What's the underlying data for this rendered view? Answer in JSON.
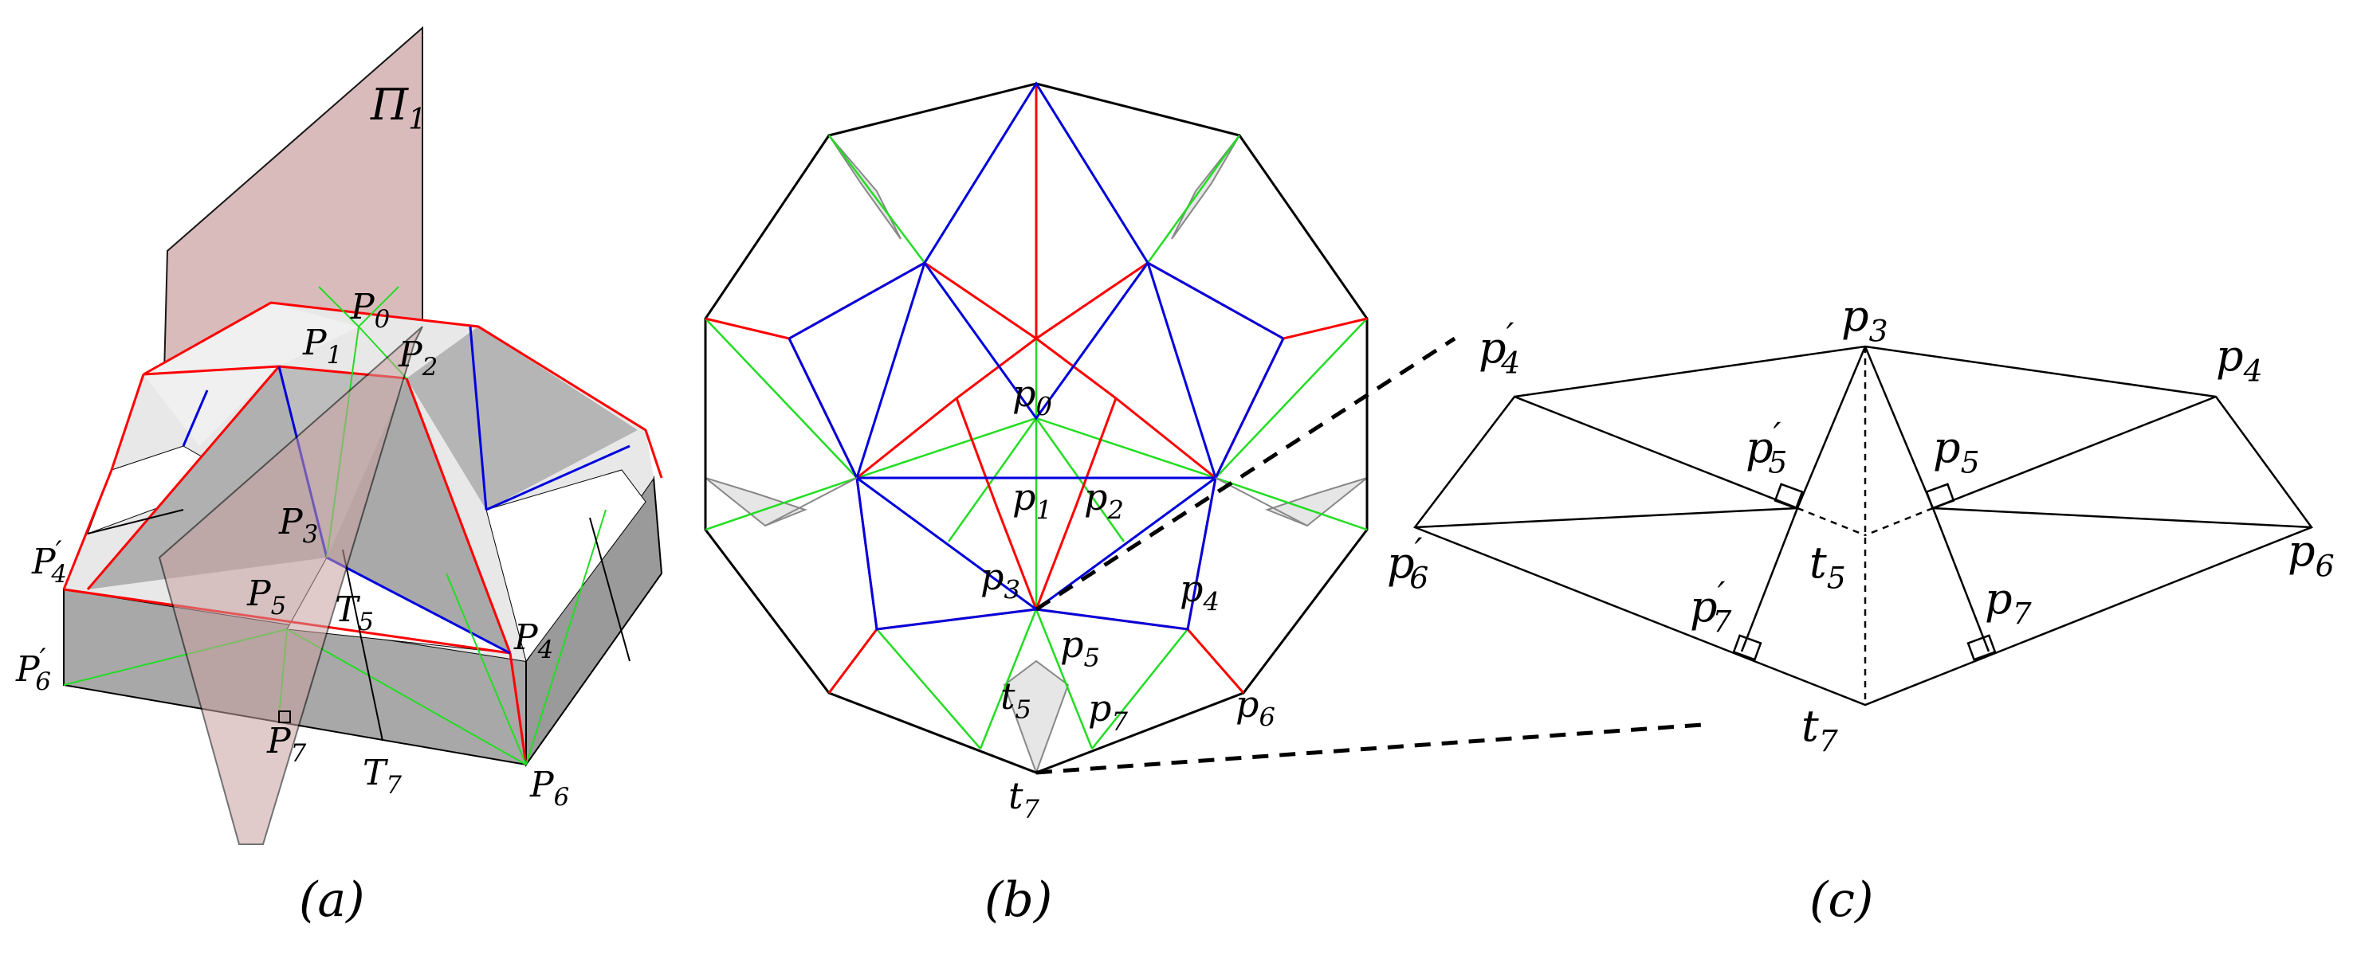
{
  "figure": {
    "panel_a": {
      "caption": "(a)",
      "plane_label": "Π",
      "plane_label_sub": "1",
      "labels": [
        {
          "base": "P",
          "sub": "0",
          "prime": ""
        },
        {
          "base": "P",
          "sub": "1",
          "prime": ""
        },
        {
          "base": "P",
          "sub": "2",
          "prime": ""
        },
        {
          "base": "P",
          "sub": "3",
          "prime": ""
        },
        {
          "base": "P",
          "sub": "4",
          "prime": "′"
        },
        {
          "base": "P",
          "sub": "5",
          "prime": ""
        },
        {
          "base": "T",
          "sub": "5",
          "prime": ""
        },
        {
          "base": "P",
          "sub": "4",
          "prime": ""
        },
        {
          "base": "P",
          "sub": "6",
          "prime": "′"
        },
        {
          "base": "P",
          "sub": "7",
          "prime": ""
        },
        {
          "base": "T",
          "sub": "7",
          "prime": ""
        },
        {
          "base": "P",
          "sub": "6",
          "prime": ""
        }
      ]
    },
    "panel_b": {
      "caption": "(b)",
      "labels": [
        {
          "base": "p",
          "sub": "0",
          "prime": ""
        },
        {
          "base": "p",
          "sub": "1",
          "prime": ""
        },
        {
          "base": "p",
          "sub": "2",
          "prime": ""
        },
        {
          "base": "p",
          "sub": "3",
          "prime": ""
        },
        {
          "base": "p",
          "sub": "4",
          "prime": ""
        },
        {
          "base": "p",
          "sub": "5",
          "prime": ""
        },
        {
          "base": "t",
          "sub": "5",
          "prime": ""
        },
        {
          "base": "p",
          "sub": "7",
          "prime": ""
        },
        {
          "base": "p",
          "sub": "6",
          "prime": ""
        },
        {
          "base": "t",
          "sub": "7",
          "prime": ""
        }
      ]
    },
    "panel_c": {
      "caption": "(c)",
      "labels": [
        {
          "base": "p",
          "sub": "4",
          "prime": "′"
        },
        {
          "base": "p",
          "sub": "3",
          "prime": ""
        },
        {
          "base": "p",
          "sub": "4",
          "prime": ""
        },
        {
          "base": "p",
          "sub": "5",
          "prime": "′"
        },
        {
          "base": "p",
          "sub": "5",
          "prime": ""
        },
        {
          "base": "t",
          "sub": "5",
          "prime": ""
        },
        {
          "base": "p",
          "sub": "6",
          "prime": "′"
        },
        {
          "base": "p",
          "sub": "6",
          "prime": ""
        },
        {
          "base": "p",
          "sub": "7",
          "prime": "′"
        },
        {
          "base": "p",
          "sub": "7",
          "prime": ""
        },
        {
          "base": "t",
          "sub": "7",
          "prime": ""
        }
      ]
    },
    "colors": {
      "red": "#ff0000",
      "blue": "#0000dd",
      "green": "#22dd22",
      "gray_face": "#b8b8b8",
      "light_gray": "#e6e6e6",
      "plane": "#c9a0a0",
      "black": "#000000"
    }
  }
}
